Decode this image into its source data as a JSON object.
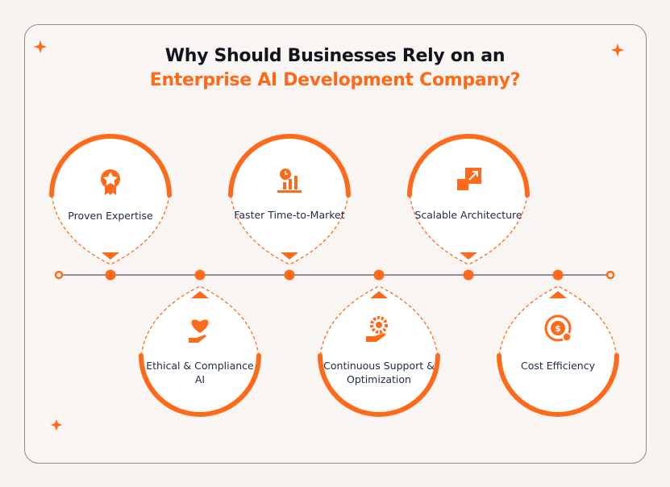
{
  "title": {
    "line1": "Why Should Businesses Rely on an",
    "line2": "Enterprise AI Development Company?"
  },
  "colors": {
    "accent": "#ff6a1a",
    "text": "#1f2a44",
    "line": "#8f8f9a"
  },
  "items": [
    {
      "label": "Proven Expertise",
      "icon": "award-medal-icon",
      "position": "top"
    },
    {
      "label": "Ethical & Compliance AI",
      "icon": "heart-hand-icon",
      "position": "bottom"
    },
    {
      "label": "Faster Time-to-Market",
      "icon": "clock-chart-icon",
      "position": "top"
    },
    {
      "label": "Continuous Support & Optimization",
      "icon": "gear-hand-icon",
      "position": "bottom"
    },
    {
      "label": "Scalable Architecture",
      "icon": "scale-arrows-icon",
      "position": "top"
    },
    {
      "label": "Cost Efficiency",
      "icon": "coin-dollar-icon",
      "position": "bottom"
    }
  ]
}
